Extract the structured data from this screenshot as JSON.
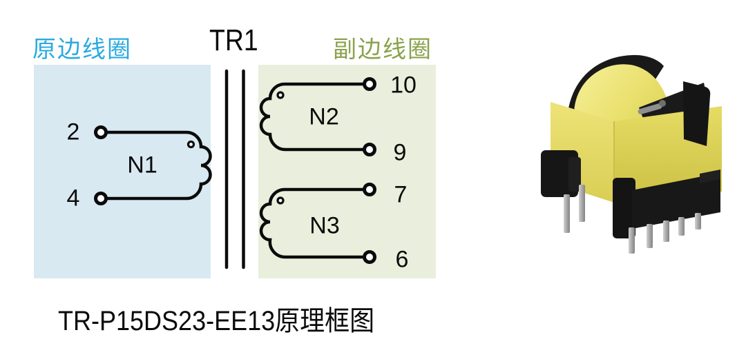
{
  "schematic": {
    "designator": "TR1",
    "primary_section_label": "原边线圈",
    "secondary_section_label": "副边线圈",
    "caption": "TR-P15DS23-EE13原理框图",
    "primary_winding": {
      "name": "N1",
      "pin_top": "2",
      "pin_bottom": "4"
    },
    "secondary_windings": [
      {
        "name": "N2",
        "pin_top": "10",
        "pin_bottom": "9"
      },
      {
        "name": "N3",
        "pin_top": "7",
        "pin_bottom": "6"
      }
    ],
    "colors": {
      "primary_label_text": "#2AA9E0",
      "secondary_label_text": "#8AA24C",
      "primary_panel": "#D9E9F2",
      "secondary_panel": "#E9EFDC",
      "line": "#0B0B0B"
    }
  },
  "photo": {
    "name": "ee13-transformer-component-photo",
    "body_color": "#E3D960",
    "hardware_color": "#1A1A1A",
    "pin_color": "#9E9E9E"
  }
}
